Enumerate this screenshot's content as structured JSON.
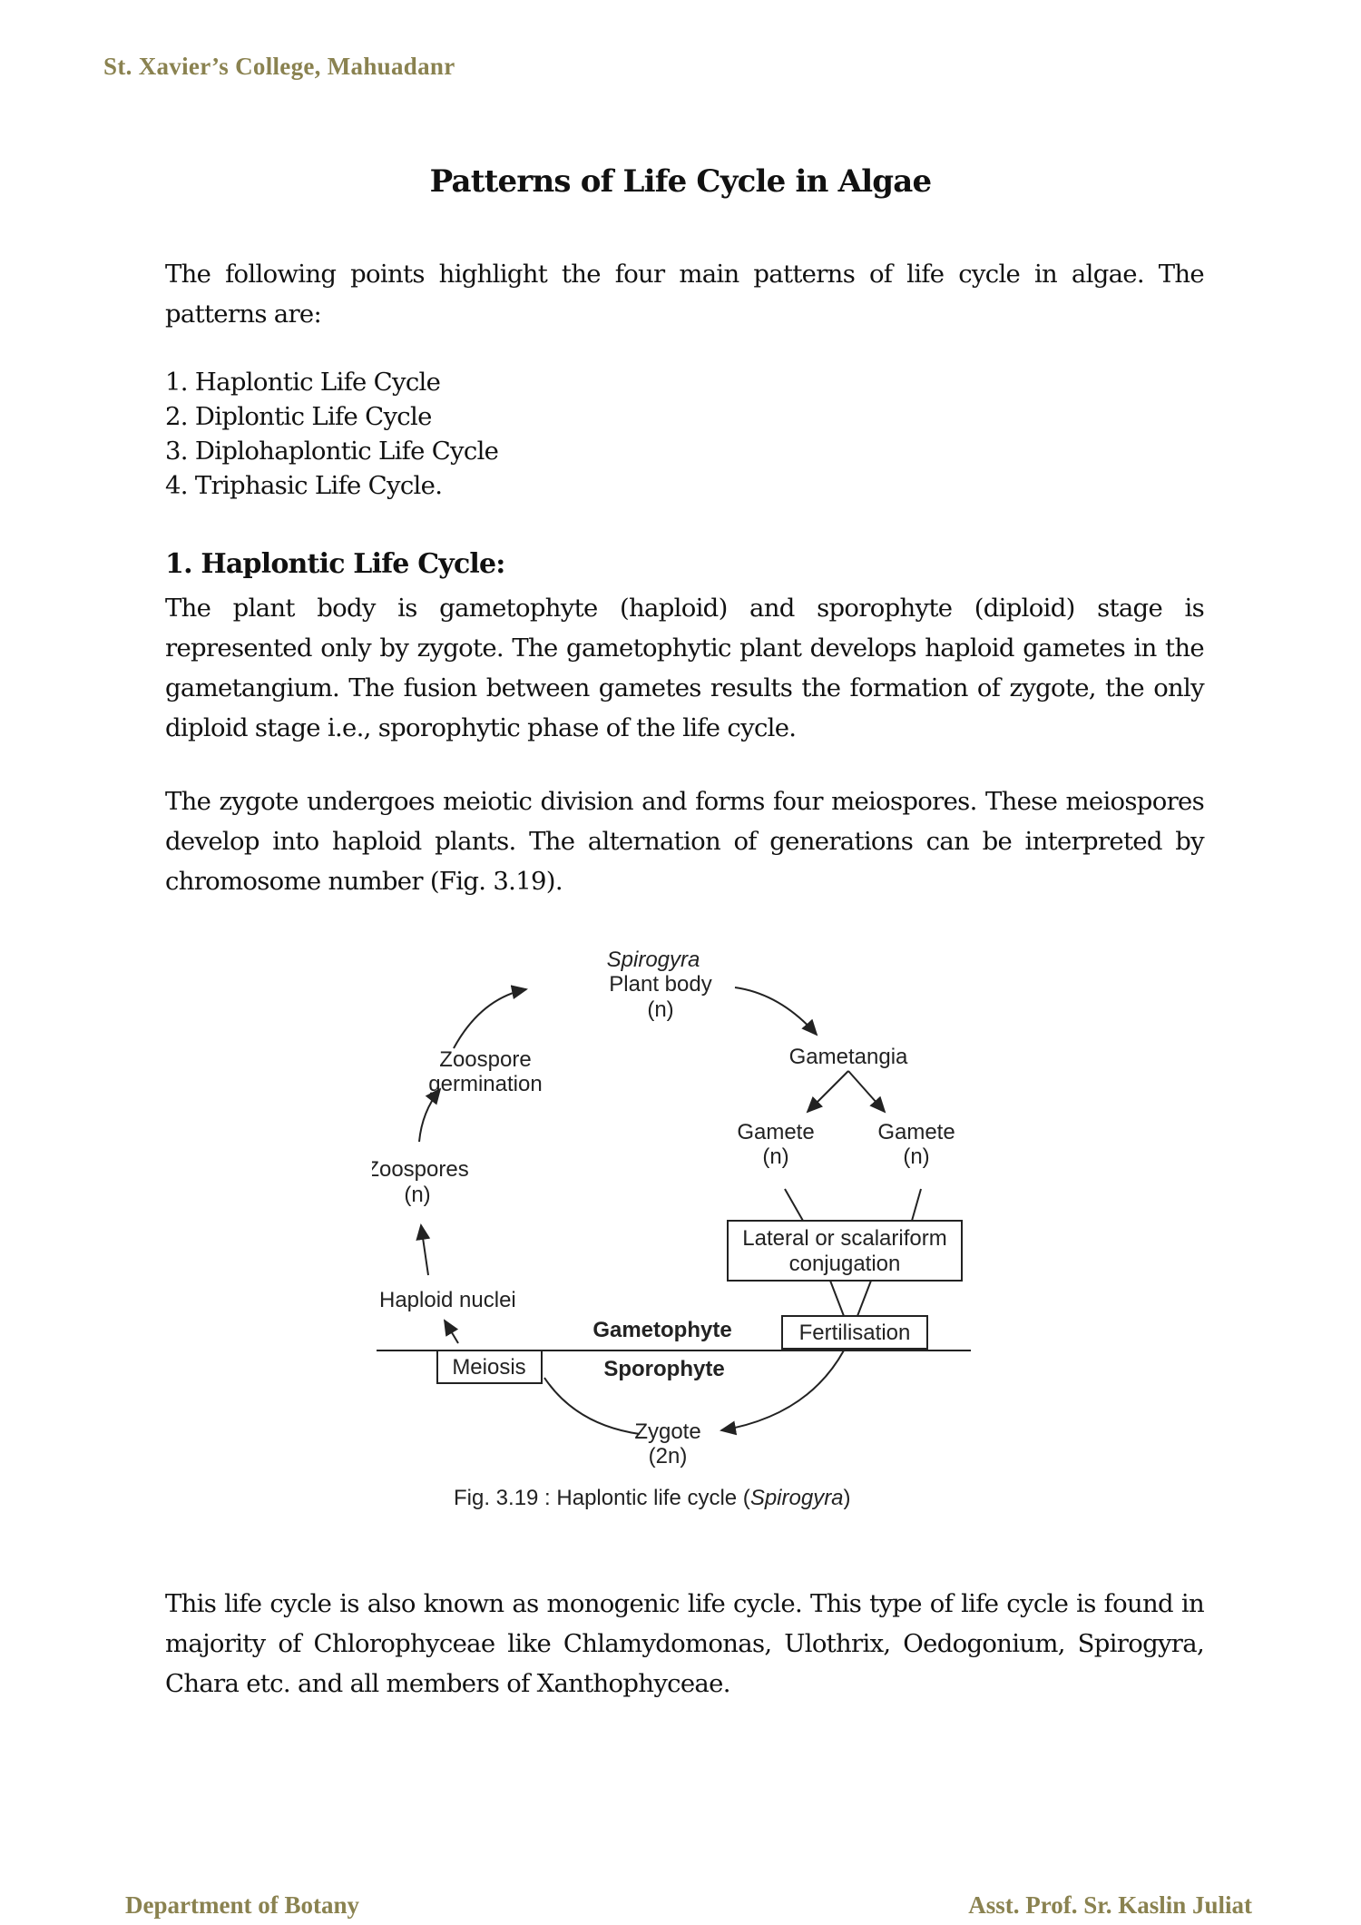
{
  "header": {
    "college": "St. Xavier’s College, Mahuadanr"
  },
  "title": "Patterns of Life Cycle in Algae",
  "intro": "The following points highlight the four main patterns of life cycle in algae. The patterns are:",
  "list": [
    "1. Haplontic Life Cycle",
    "2. Diplontic Life Cycle",
    "3. Diplohaplontic Life Cycle",
    "4. Triphasic Life Cycle."
  ],
  "section1": {
    "heading": "1. Haplontic Life Cycle:",
    "p1": "The plant body is gametophyte (haploid) and sporophyte (diploid) stage is represented only by zygote. The gametophytic plant develops haploid gametes in the gametangium. The fusion between gametes results the formation of zygote, the only diploid stage i.e., sporophytic phase of the life cycle.",
    "p2": "The zygote undergoes meiotic division and forms four meiospores. These meiospores develop into haploid plants. The alternation of generations can be interpreted by chromosome number (Fig. 3.19).",
    "p3": "This life cycle is also known as monogenic life cycle. This type of life cycle is found in majority of Chlorophyceae like Chlamydomonas, Ulothrix, Oedogonium, Spirogyra, Chara etc. and all members of Xanthophyceae."
  },
  "figure": {
    "plant_genus": "Spirogyra",
    "plant_body": "Plant body",
    "plant_n": "(n)",
    "gametangia": "Gametangia",
    "gamete_left": "Gamete",
    "gamete_left_n": "(n)",
    "gamete_right": "Gamete",
    "gamete_right_n": "(n)",
    "conjugation_1": "Lateral or scalariform",
    "conjugation_2": "conjugation",
    "fertilisation": "Fertilisation",
    "gametophyte": "Gametophyte",
    "sporophyte": "Sporophyte",
    "meiosis": "Meiosis",
    "zygote": "Zygote",
    "zygote_2n": "(2n)",
    "haploid_nuclei": "Haploid nuclei",
    "zoospores": "Zoospores",
    "zoospores_n": "(n)",
    "zoospore_germ_1": "Zoospore",
    "zoospore_germ_2": "germination",
    "caption_prefix": "Fig. 3.19 : Haplontic life cycle (",
    "caption_genus": "Spirogyra",
    "caption_suffix": ")"
  },
  "footer": {
    "left": "Department of Botany",
    "right": "Asst. Prof. Sr. Kaslin Juliat"
  }
}
